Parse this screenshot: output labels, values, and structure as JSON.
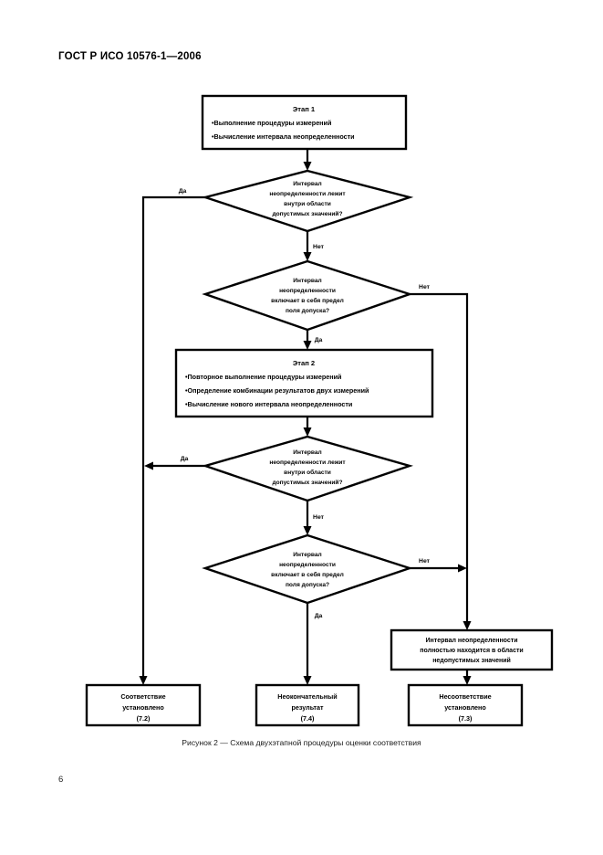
{
  "document": {
    "header": "ГОСТ Р ИСО 10576-1—2006",
    "page_number": "6",
    "figure_caption": "Рисунок 2 — Схема двухэтапной процедуры оценки соответствия"
  },
  "flowchart": {
    "stage1": {
      "title": "Этап 1",
      "bullets": [
        "•Выполнение процедуры измерений",
        "•Вычисление интервала неопределенности"
      ]
    },
    "decision1": {
      "lines": [
        "Интервал",
        "неопределенности лежит",
        "внутри области",
        "допустимых значений?"
      ]
    },
    "decision2": {
      "lines": [
        "Интервал",
        "неопределенности",
        "включает в себя предел",
        "поля допуска?"
      ]
    },
    "stage2": {
      "title": "Этап 2",
      "bullets": [
        "•Повторное выполнение процедуры измерений",
        "•Определение комбинации результатов двух измерений",
        "•Вычисление нового интервала неопределенности"
      ]
    },
    "decision3": {
      "lines": [
        "Интервал",
        "неопределенности лежит",
        "внутри области",
        "допустимых значений?"
      ]
    },
    "decision4": {
      "lines": [
        "Интервал",
        "неопределенности",
        "включает в себя предел",
        "поля допуска?"
      ]
    },
    "outside_box": {
      "lines": [
        "Интервал неопределенности",
        "полностью находится в области",
        "недопустимых значений"
      ]
    },
    "terminal_conform": {
      "lines": [
        "Соответствие",
        "установлено",
        "(7.2)"
      ]
    },
    "terminal_inconclusive": {
      "lines": [
        "Неокончательный",
        "результат",
        "(7.4)"
      ]
    },
    "terminal_nonconform": {
      "lines": [
        "Несоответствие",
        "установлено",
        "(7.3)"
      ]
    },
    "edge_labels": {
      "yes_d1": "Да",
      "no_d1": "Нет",
      "no_d2": "Нет",
      "yes_d2": "Да",
      "yes_d3": "Да",
      "no_d3": "Нет",
      "no_d4": "Нет",
      "yes_d4": "Да"
    },
    "colors": {
      "stroke": "#000000",
      "fill": "#ffffff",
      "text": "#000000"
    }
  }
}
